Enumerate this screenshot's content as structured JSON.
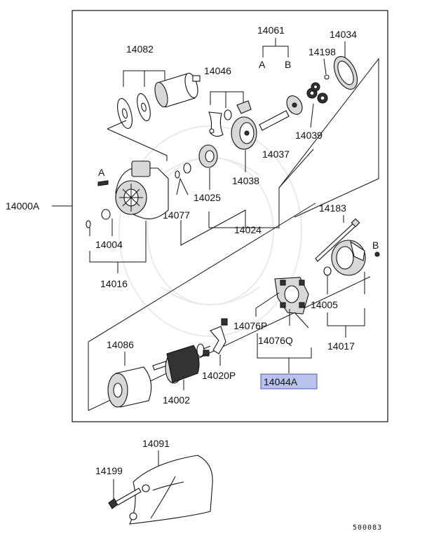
{
  "labels": {
    "p14000A": "14000A",
    "p14082": "14082",
    "p14046": "14046",
    "p14061": "14061",
    "p14061_a": "A",
    "p14061_b": "B",
    "p14034": "14034",
    "p14198": "14198",
    "p14039": "14039",
    "p14037": "14037",
    "p14038": "14038",
    "p14025": "14025",
    "p14077": "14077",
    "p14024": "14024",
    "p14004": "14004",
    "p14016": "14016",
    "markA": "A",
    "markB": "B",
    "p14183": "14183",
    "p14005": "14005",
    "p14017": "14017",
    "p14076P": "14076P",
    "p14076Q": "14076Q",
    "p14044A": "14044A",
    "p14086": "14086",
    "p14002": "14002",
    "p14020P": "14020P",
    "p14091": "14091",
    "p14199": "14199",
    "diagram_code": "500083"
  },
  "colors": {
    "highlight_fill": "#b9c2ea",
    "highlight_border": "#4a5bb0",
    "line": "#111111"
  }
}
